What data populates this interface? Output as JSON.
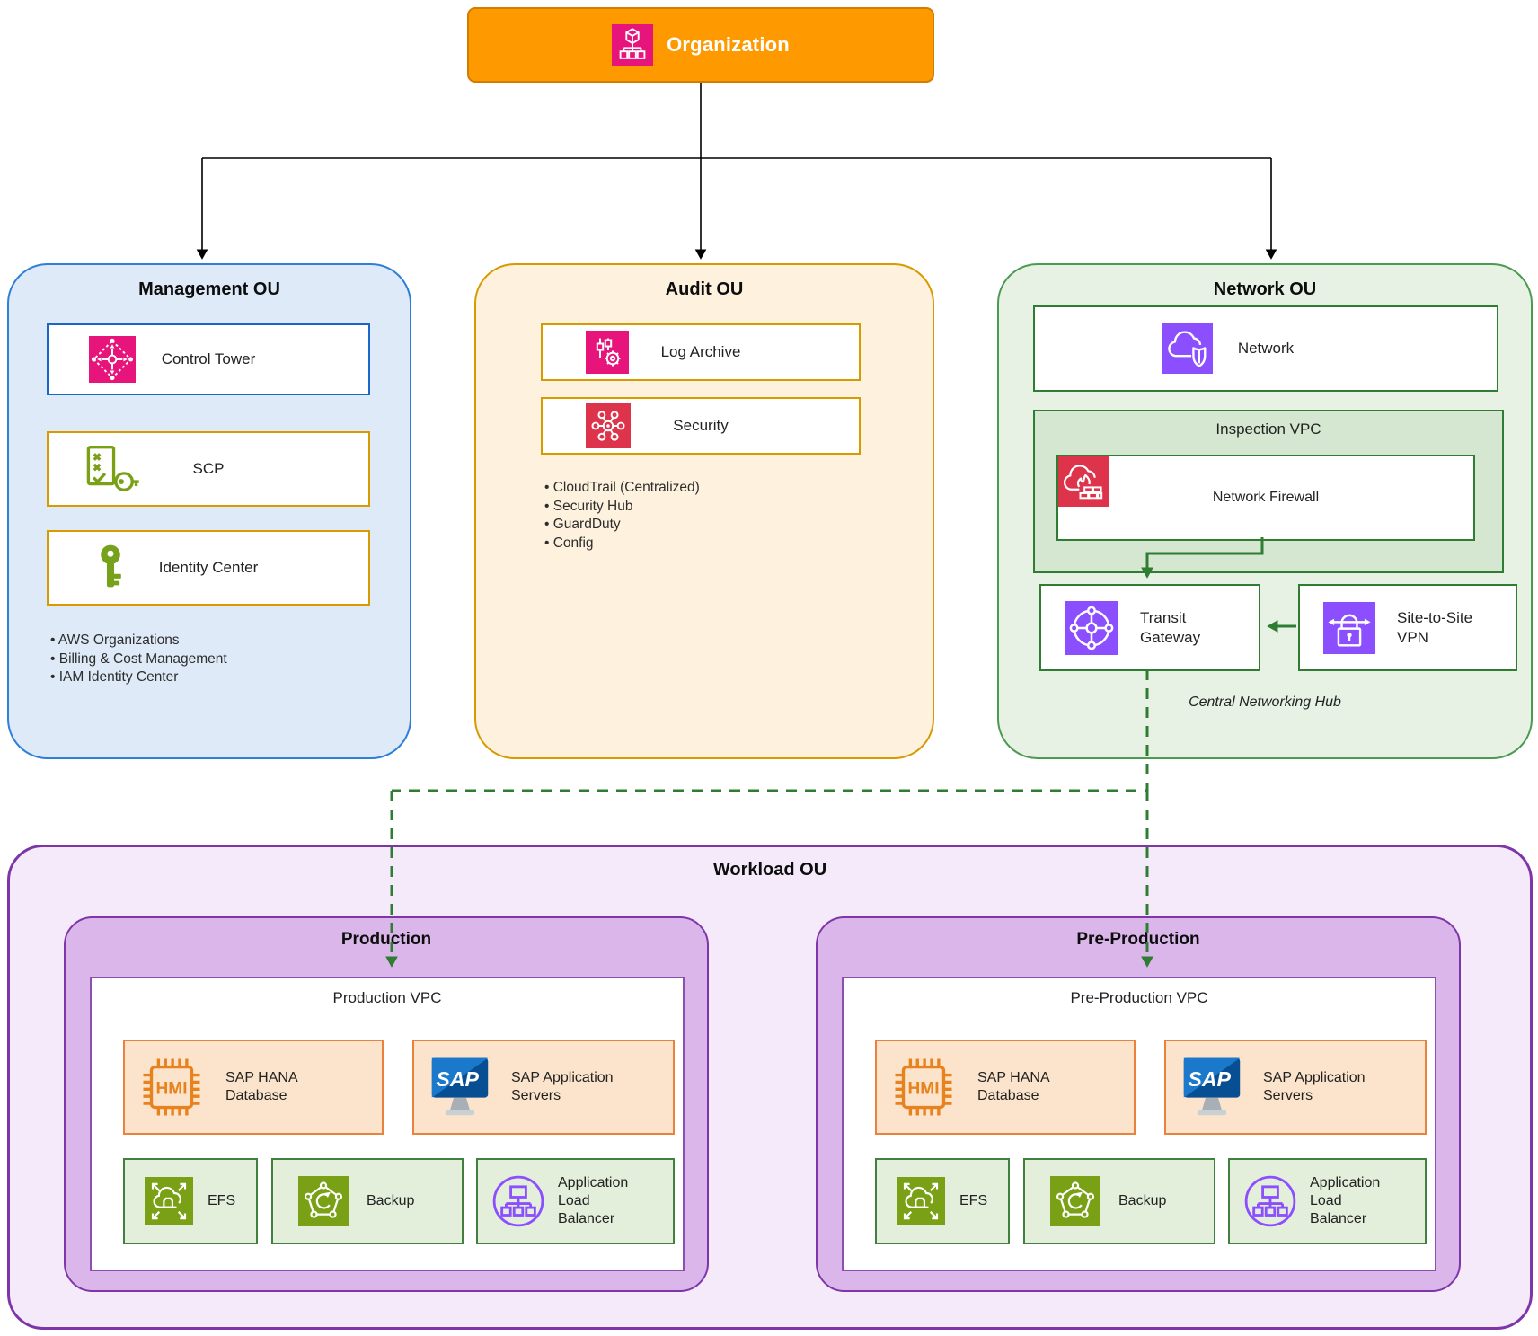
{
  "colors": {
    "organization_fill": "#FF9900",
    "aws_pink": "#E7157B",
    "aws_red": "#DD344C",
    "aws_purple": "#8C4FFF",
    "aws_green": "#7AA116",
    "management_fill": "#DEEAF8",
    "management_border": "#2D7FD9",
    "audit_fill": "#FEF1DE",
    "audit_border": "#D79B00",
    "network_fill": "#E7F2E5",
    "network_border": "#2E7D32",
    "workload_fill": "#F5EAFA",
    "workload_border": "#7D35A8",
    "environment_fill": "#DBB6EB",
    "sap_card_fill": "#FBE4CB",
    "sap_card_border": "#E8823D",
    "service_card_fill": "#E4EFDB",
    "service_card_border": "#41803F",
    "arrow_green": "#2E7D32"
  },
  "organization": {
    "label": "Organization",
    "icon": "organizations-icon"
  },
  "management_ou": {
    "title": "Management OU",
    "cards": [
      {
        "label": "Control Tower",
        "icon": "control-tower-icon"
      },
      {
        "label": "SCP",
        "icon": "scp-icon"
      },
      {
        "label": "Identity Center",
        "icon": "identity-center-icon"
      }
    ],
    "bullets": [
      "AWS Organizations",
      "Billing & Cost Management",
      "IAM Identity Center"
    ]
  },
  "audit_ou": {
    "title": "Audit OU",
    "cards": [
      {
        "label": "Log Archive",
        "icon": "log-archive-icon"
      },
      {
        "label": "Security",
        "icon": "security-icon"
      }
    ],
    "bullets": [
      "CloudTrail (Centralized)",
      "Security Hub",
      "GuardDuty",
      "Config"
    ]
  },
  "network_ou": {
    "title": "Network OU",
    "network_card": {
      "label": "Network",
      "icon": "network-icon"
    },
    "inspection_vpc": {
      "title": "Inspection VPC",
      "firewall_card": {
        "label": "Network Firewall",
        "icon": "network-firewall-icon"
      }
    },
    "transit_gateway": {
      "label": "Transit Gateway",
      "icon": "transit-gateway-icon"
    },
    "site_to_site_vpn": {
      "label": "Site-to-Site VPN",
      "icon": "site-to-site-vpn-icon"
    },
    "caption": "Central Networking Hub"
  },
  "workload_ou": {
    "title": "Workload OU",
    "production": {
      "title": "Production",
      "vpc_title": "Production VPC",
      "cards": [
        {
          "label": "SAP HANA Database",
          "icon": "sap-hana-chip-icon",
          "chip_text": "HMI"
        },
        {
          "label": "SAP Application Servers",
          "icon": "sap-logo-icon",
          "logo_text": "SAP"
        },
        {
          "label": "EFS",
          "icon": "efs-icon"
        },
        {
          "label": "Backup",
          "icon": "backup-icon"
        },
        {
          "label": "Application Load Balancer",
          "icon": "load-balancer-icon"
        }
      ]
    },
    "preproduction": {
      "title": "Pre-Production",
      "vpc_title": "Pre-Production VPC",
      "cards": [
        {
          "label": "SAP HANA Database",
          "icon": "sap-hana-chip-icon",
          "chip_text": "HMI"
        },
        {
          "label": "SAP Application Servers",
          "icon": "sap-logo-icon",
          "logo_text": "SAP"
        },
        {
          "label": "EFS",
          "icon": "efs-icon"
        },
        {
          "label": "Backup",
          "icon": "backup-icon"
        },
        {
          "label": "Application Load Balancer",
          "icon": "load-balancer-icon"
        }
      ]
    }
  }
}
